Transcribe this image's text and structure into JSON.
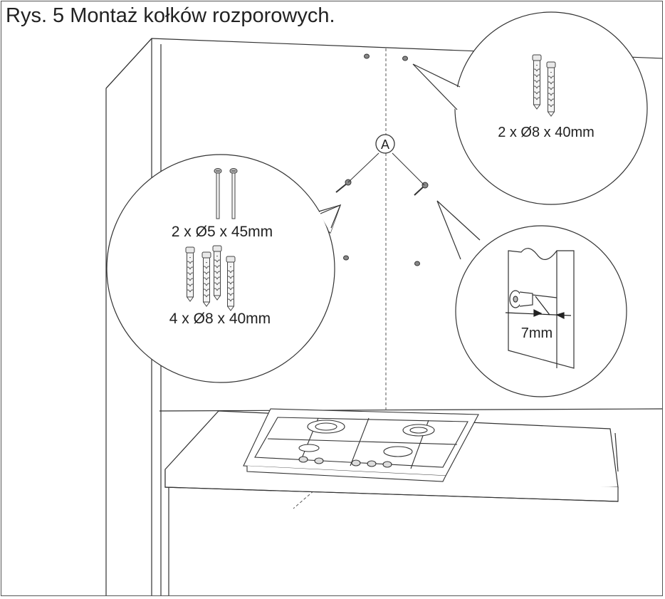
{
  "title": "Rys. 5 Montaż kołków rozporowych.",
  "marker_a": "A",
  "callout_left": {
    "screws_label": "2 x Ø5 x 45mm",
    "plugs_label": "4 x Ø8 x 40mm"
  },
  "callout_right_top": {
    "plugs_label": "2 x Ø8 x 40mm"
  },
  "callout_right_bottom": {
    "gap_label": "7mm"
  }
}
